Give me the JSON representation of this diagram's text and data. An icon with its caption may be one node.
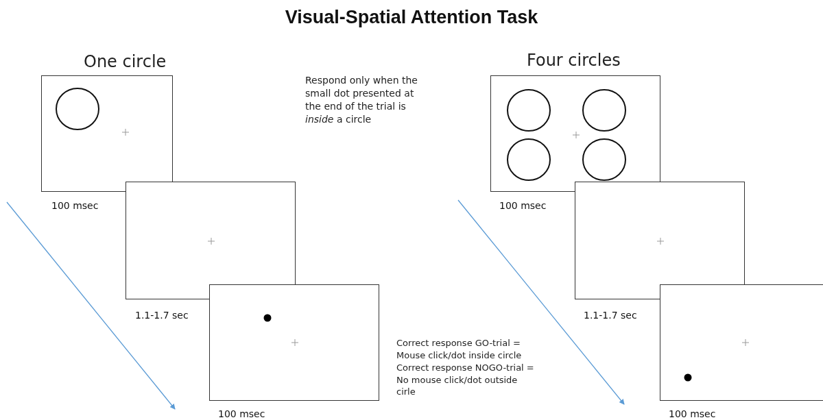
{
  "diagram": {
    "title": "Visual-Spatial Attention Task",
    "nodes": [
      {
        "text": [],
        "shape": "box",
        "beside": [
          "100 msec"
        ]
      },
      {
        "text": [],
        "shape": "box",
        "beside": [
          "1.1-1.7 sec"
        ]
      },
      {
        "text": [],
        "shape": "box",
        "beside": [
          "100 msec"
        ]
      },
      {
        "text": [],
        "shape": "box",
        "beside": [
          "100 msec"
        ]
      },
      {
        "text": [],
        "shape": "box",
        "beside": [
          "1.1-1.7 sec"
        ]
      },
      {
        "text": [],
        "shape": "box",
        "beside": [
          "100 msec"
        ]
      }
    ],
    "edges": [],
    "labels": [
      "One circle",
      "Respond only when the small dot presented at the end of the trial is *inside* a circle",
      "Four circles",
      "Correct response GO-trial = Mouse click/dot inside circle",
      "Correct response NOGO-trial = No mouse click/dot outside cirle"
    ]
  }
}
